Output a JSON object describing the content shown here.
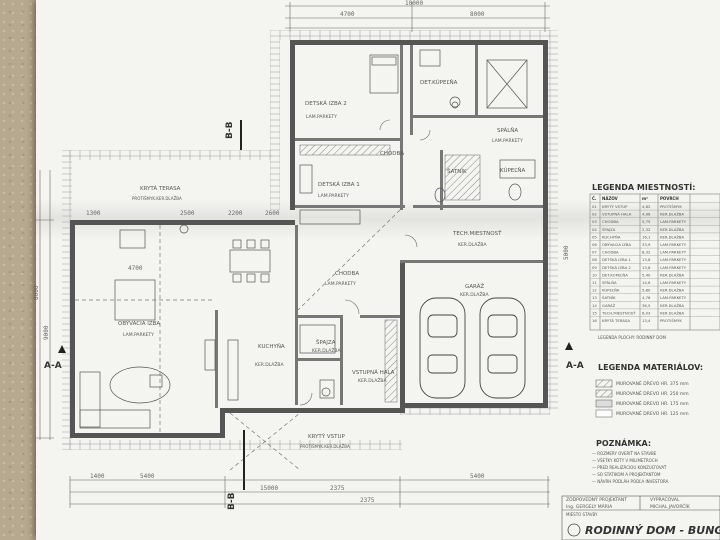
{
  "plan": {
    "rooms": {
      "detska_izba_2": "DETSKÁ IZBA 2",
      "det_kupelna": "DET.KÚPEĽŇA",
      "spalna": "SPÁLŇA",
      "chodba_top": "CHODBA",
      "satnik": "ŠATNÍK",
      "kupelna": "KÚPEĽŇA",
      "detska_izba_1": "DETSKÁ IZBA 1",
      "kryta_terasa": "KRYTÁ TERASA",
      "tech_miestnost": "TECH.MIESTNOSŤ",
      "chodba_mid": "CHODBA",
      "garaz": "GARÁŽ",
      "obyvacia_izba": "OBÝVACIA IZBA",
      "kuchyna": "KUCHYŇA",
      "spajza": "ŠPAJZA",
      "vstupna_hala": "VSTUPNÁ HALA",
      "kryty_vstup": "KRYTÝ VSTUP"
    },
    "floors": {
      "lam_parkety": "LAM.PARKETY",
      "ker_dlazba": "KER.DLAŽBA",
      "protismyk": "PROTIŠMYK.KER.DLAŽBA"
    },
    "sections": {
      "aa_left": "A-A",
      "aa_right": "A-A",
      "bb_top": "B-B",
      "bb_bottom": "B-B"
    },
    "dims": {
      "top_total": "10000",
      "top_a": "4700",
      "top_b": "8000",
      "left_a": "8000",
      "left_b": "9000",
      "bottom_a": "1400",
      "bottom_b": "5400",
      "bottom_c": "5400",
      "bottom_d": "15000",
      "bottom_e": "2375",
      "bottom_f": "2375",
      "right_a": "5000",
      "lr_width": "4700",
      "kit_d1": "2200",
      "kit_d2": "2600",
      "g_d1": "1300",
      "g_d2": "2500"
    }
  },
  "legend_rooms": {
    "title": "LEGENDA MIESTNOSTÍ:",
    "headers": [
      "Č.",
      "NÁZOV",
      "m²",
      "POVRCH"
    ],
    "rows": [
      [
        "01",
        "KRYTÝ VSTUP",
        "4,82",
        "PROTIŠMYK"
      ],
      [
        "02",
        "VSTUPNÁ HALA",
        "4,96",
        "KER.DLAŽBA"
      ],
      [
        "03",
        "CHODBA",
        "5,75",
        "LAM.PARKETY"
      ],
      [
        "04",
        "ŠPAJZA",
        "2,32",
        "KER.DLAŽBA"
      ],
      [
        "05",
        "KUCHYŇA",
        "16,1",
        "KER.DLAŽBA"
      ],
      [
        "06",
        "OBÝVACIA IZBA",
        "33,9",
        "LAM.PARKETY"
      ],
      [
        "07",
        "CHODBA",
        "8,32",
        "LAM.PARKETY"
      ],
      [
        "08",
        "DETSKÁ IZBA 1",
        "13,8",
        "LAM.PARKETY"
      ],
      [
        "09",
        "DETSKÁ IZBA 2",
        "13,8",
        "LAM.PARKETY"
      ],
      [
        "10",
        "DET.KÚPEĽŇA",
        "5,40",
        "KER.DLAŽBA"
      ],
      [
        "11",
        "SPÁLŇA",
        "14,6",
        "LAM.PARKETY"
      ],
      [
        "12",
        "KÚPEĽŇA",
        "5,80",
        "KER.DLAŽBA"
      ],
      [
        "13",
        "ŠATNÍK",
        "4,76",
        "LAM.PARKETY"
      ],
      [
        "14",
        "GARÁŽ",
        "36,5",
        "KER.DLAŽBA"
      ],
      [
        "15",
        "TECH.MIESTNOSŤ",
        "6,03",
        "KER.DLAŽBA"
      ],
      [
        "16",
        "KRYTÁ TERASA",
        "13,4",
        "PROTIŠMYK"
      ]
    ],
    "total": "LEGENDA PLOCHY: RODINNÝ DOM"
  },
  "legend_materials": {
    "title": "LEGENDA MATERIÁLOV:",
    "items": [
      "MUROVANÉ DREVO HR. 375 mm",
      "MUROVANÉ DREVO HR. 250 mm",
      "MUROVANÉ DREVO HR. 175 mm",
      "MUROVANÉ DREVO HR. 125 mm"
    ]
  },
  "notes": {
    "title": "POZNÁMKA:",
    "lines": [
      "— ROZMERY OVERIŤ NA STAVBE",
      "— VŠETKY KÓTY V MILIMETROCH",
      "— PRED REALIZÁCIOU KONZULTOVAŤ",
      "— SO STATIKOM A PROJEKTANTOM",
      "— NÁVRH PODLÁH PODĽA INVESTORA"
    ]
  },
  "title_block": {
    "designer_label": "ZODPOVEDNÝ PROJEKTANT",
    "designer_name": "Ing. GERGELY MÁRIA",
    "drawn_label": "VYPRACOVAL",
    "drawn_name": "MICHAL JAVORČÍK",
    "place": "MIESTO STAVBY",
    "project": "RODINNÝ DOM - BUNGAL"
  }
}
